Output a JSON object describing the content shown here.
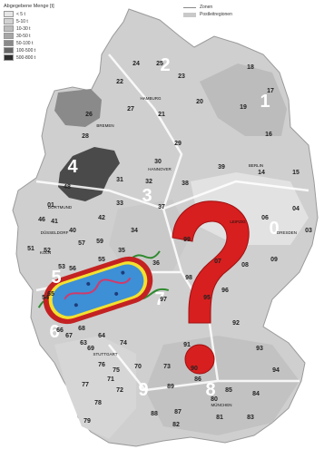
{
  "legend": {
    "title": "Abgegebene Menge [t]",
    "classes": [
      {
        "label": "< 5 t",
        "color": "#e6e6e6"
      },
      {
        "label": "5-10 t",
        "color": "#d2d2d2"
      },
      {
        "label": "10-30 t",
        "color": "#bdbdbd"
      },
      {
        "label": "30-50 t",
        "color": "#a6a6a6"
      },
      {
        "label": "50-100 t",
        "color": "#8a8a8a"
      },
      {
        "label": "100-500 t",
        "color": "#666666"
      },
      {
        "label": "500-800 t",
        "color": "#2e2e2e"
      }
    ]
  },
  "key": {
    "zones_label": "Zonen",
    "regions_label": "Postleitregionen"
  },
  "zone_numbers": [
    "2",
    "1",
    "4",
    "3",
    "0",
    "5",
    "6",
    "7",
    "9",
    "8"
  ],
  "region_numbers": [
    "24",
    "25",
    "23",
    "18",
    "22",
    "17",
    "26",
    "27",
    "21",
    "20",
    "19",
    "28",
    "16",
    "29",
    "39",
    "30",
    "31",
    "32",
    "38",
    "14",
    "15",
    "48",
    "33",
    "34",
    "37",
    "06",
    "04",
    "03",
    "01",
    "46",
    "41",
    "40",
    "42",
    "59",
    "35",
    "36",
    "99",
    "57",
    "51",
    "52",
    "53",
    "65",
    "56",
    "55",
    "54",
    "66",
    "67",
    "68",
    "69",
    "98",
    "97",
    "07",
    "08",
    "09",
    "96",
    "95",
    "92",
    "63",
    "64",
    "74",
    "91",
    "93",
    "76",
    "75",
    "70",
    "71",
    "73",
    "90",
    "94",
    "77",
    "72",
    "89",
    "86",
    "85",
    "84",
    "78",
    "88",
    "87",
    "82",
    "83",
    "79",
    "81",
    "80"
  ],
  "city_labels": [
    "HAMBURG",
    "BREMEN",
    "HANNOVER",
    "BERLIN",
    "DORTMUND",
    "DÜSSELDORF",
    "KÖLN",
    "LEIPZIG",
    "DRESDEN",
    "STUTTGART",
    "MÜNCHEN"
  ],
  "colors": {
    "question_mark": "#d71f1f",
    "bacterium_wall": "#c42222",
    "bacterium_inner": "#f3e12f",
    "bacterium_cytoplasm": "#3d8fd6",
    "bacterium_flagella": "#2e8a2e"
  }
}
